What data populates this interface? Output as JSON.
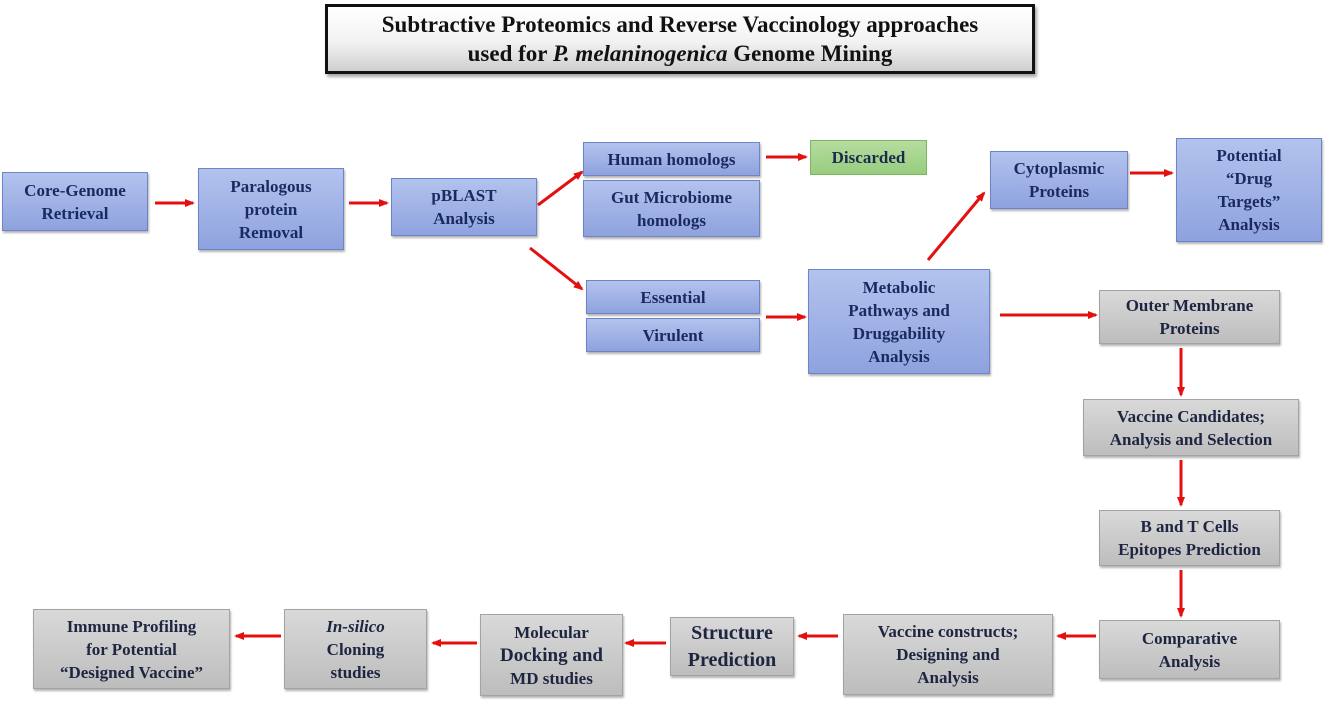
{
  "title": {
    "line1": "Subtractive Proteomics and Reverse Vaccinology approaches",
    "line2_pre": "used for",
    "line2_italic": "P. melaninogenica",
    "line2_post": "Genome Mining"
  },
  "nodes": {
    "core_genome": [
      "Core-Genome",
      "Retrieval"
    ],
    "paralogous": [
      "Paralogous",
      "protein",
      "Removal"
    ],
    "pblast": [
      "pBLAST",
      "Analysis"
    ],
    "human_homologs": [
      "Human homologs"
    ],
    "gut_microbiome": [
      "Gut Microbiome",
      "homologs"
    ],
    "discarded": [
      "Discarded"
    ],
    "essential": [
      "Essential"
    ],
    "virulent": [
      "Virulent"
    ],
    "metabolic": [
      "Metabolic",
      "Pathways and",
      "Druggability",
      "Analysis"
    ],
    "cytoplasmic": [
      "Cytoplasmic",
      "Proteins"
    ],
    "drug_targets": [
      "Potential",
      "“Drug",
      "Targets”",
      "Analysis"
    ],
    "outer_membrane": [
      "Outer Membrane",
      "Proteins"
    ],
    "vaccine_candidates": [
      "Vaccine Candidates;",
      "Analysis and Selection"
    ],
    "epitopes": [
      "B and T Cells",
      "Epitopes Prediction"
    ],
    "comparative": [
      "Comparative",
      "Analysis"
    ],
    "vaccine_constructs": [
      "Vaccine constructs;",
      "Designing and",
      "Analysis"
    ],
    "structure": [
      "Structure",
      "Prediction"
    ],
    "docking": [
      "Molecular",
      "Docking and",
      "MD studies"
    ],
    "insilico_italic": "In-silico",
    "insilico": [
      "Cloning",
      "studies"
    ],
    "immune": [
      "Immune Profiling",
      "for Potential",
      "“Designed Vaccine”"
    ]
  },
  "colors": {
    "blue_fill": "#9aaee4",
    "gray_fill": "#c8c8c8",
    "green_fill": "#a6d48e",
    "arrow": "#e41010",
    "text": "#1a2a5e"
  }
}
